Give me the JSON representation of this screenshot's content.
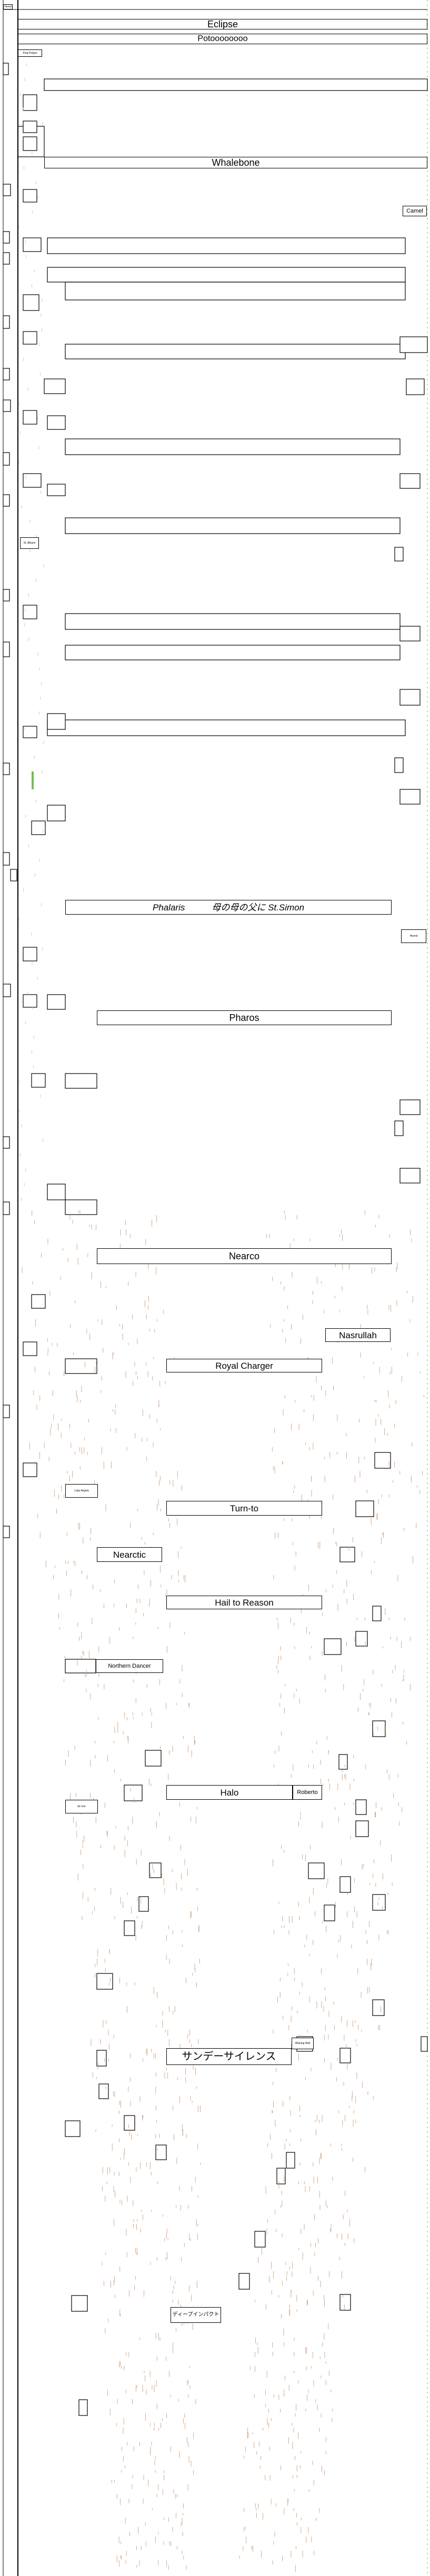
{
  "diagram": {
    "title": "",
    "line_color": "#000000",
    "minor_tick_color": "#c8956f",
    "accent_color": "#6cbf4a",
    "labels": {
      "root": "Herod",
      "eclipse": "Eclipse",
      "potoooooooo": "Potoooooooo",
      "king_fergus": "King Fergus",
      "whalebone": "Whalebone",
      "camel": "Camel",
      "st_albans": "St. Albans",
      "phalaris_line": "Phalaris　　　母の母の父に St.Simon",
      "hermit": "Hermit",
      "pharos": "Pharos",
      "nearco": "Nearco",
      "nasrullah": "Nasrullah",
      "royal_charger": "Royal Charger",
      "nearctic_dam": "Lady Angela",
      "turn_to": "Turn-to",
      "nearctic": "Nearctic",
      "hail_to_reason": "Hail to Reason",
      "northern_dancer": "Northern Dancer",
      "sir_ivor": "Sir Ivor",
      "halo": "Halo",
      "roberto": "Roberto",
      "sunday_silence": "サンデーサイレンス",
      "wishing_well": "Wishing Well",
      "deep_impact": "ディープインパクト"
    }
  }
}
